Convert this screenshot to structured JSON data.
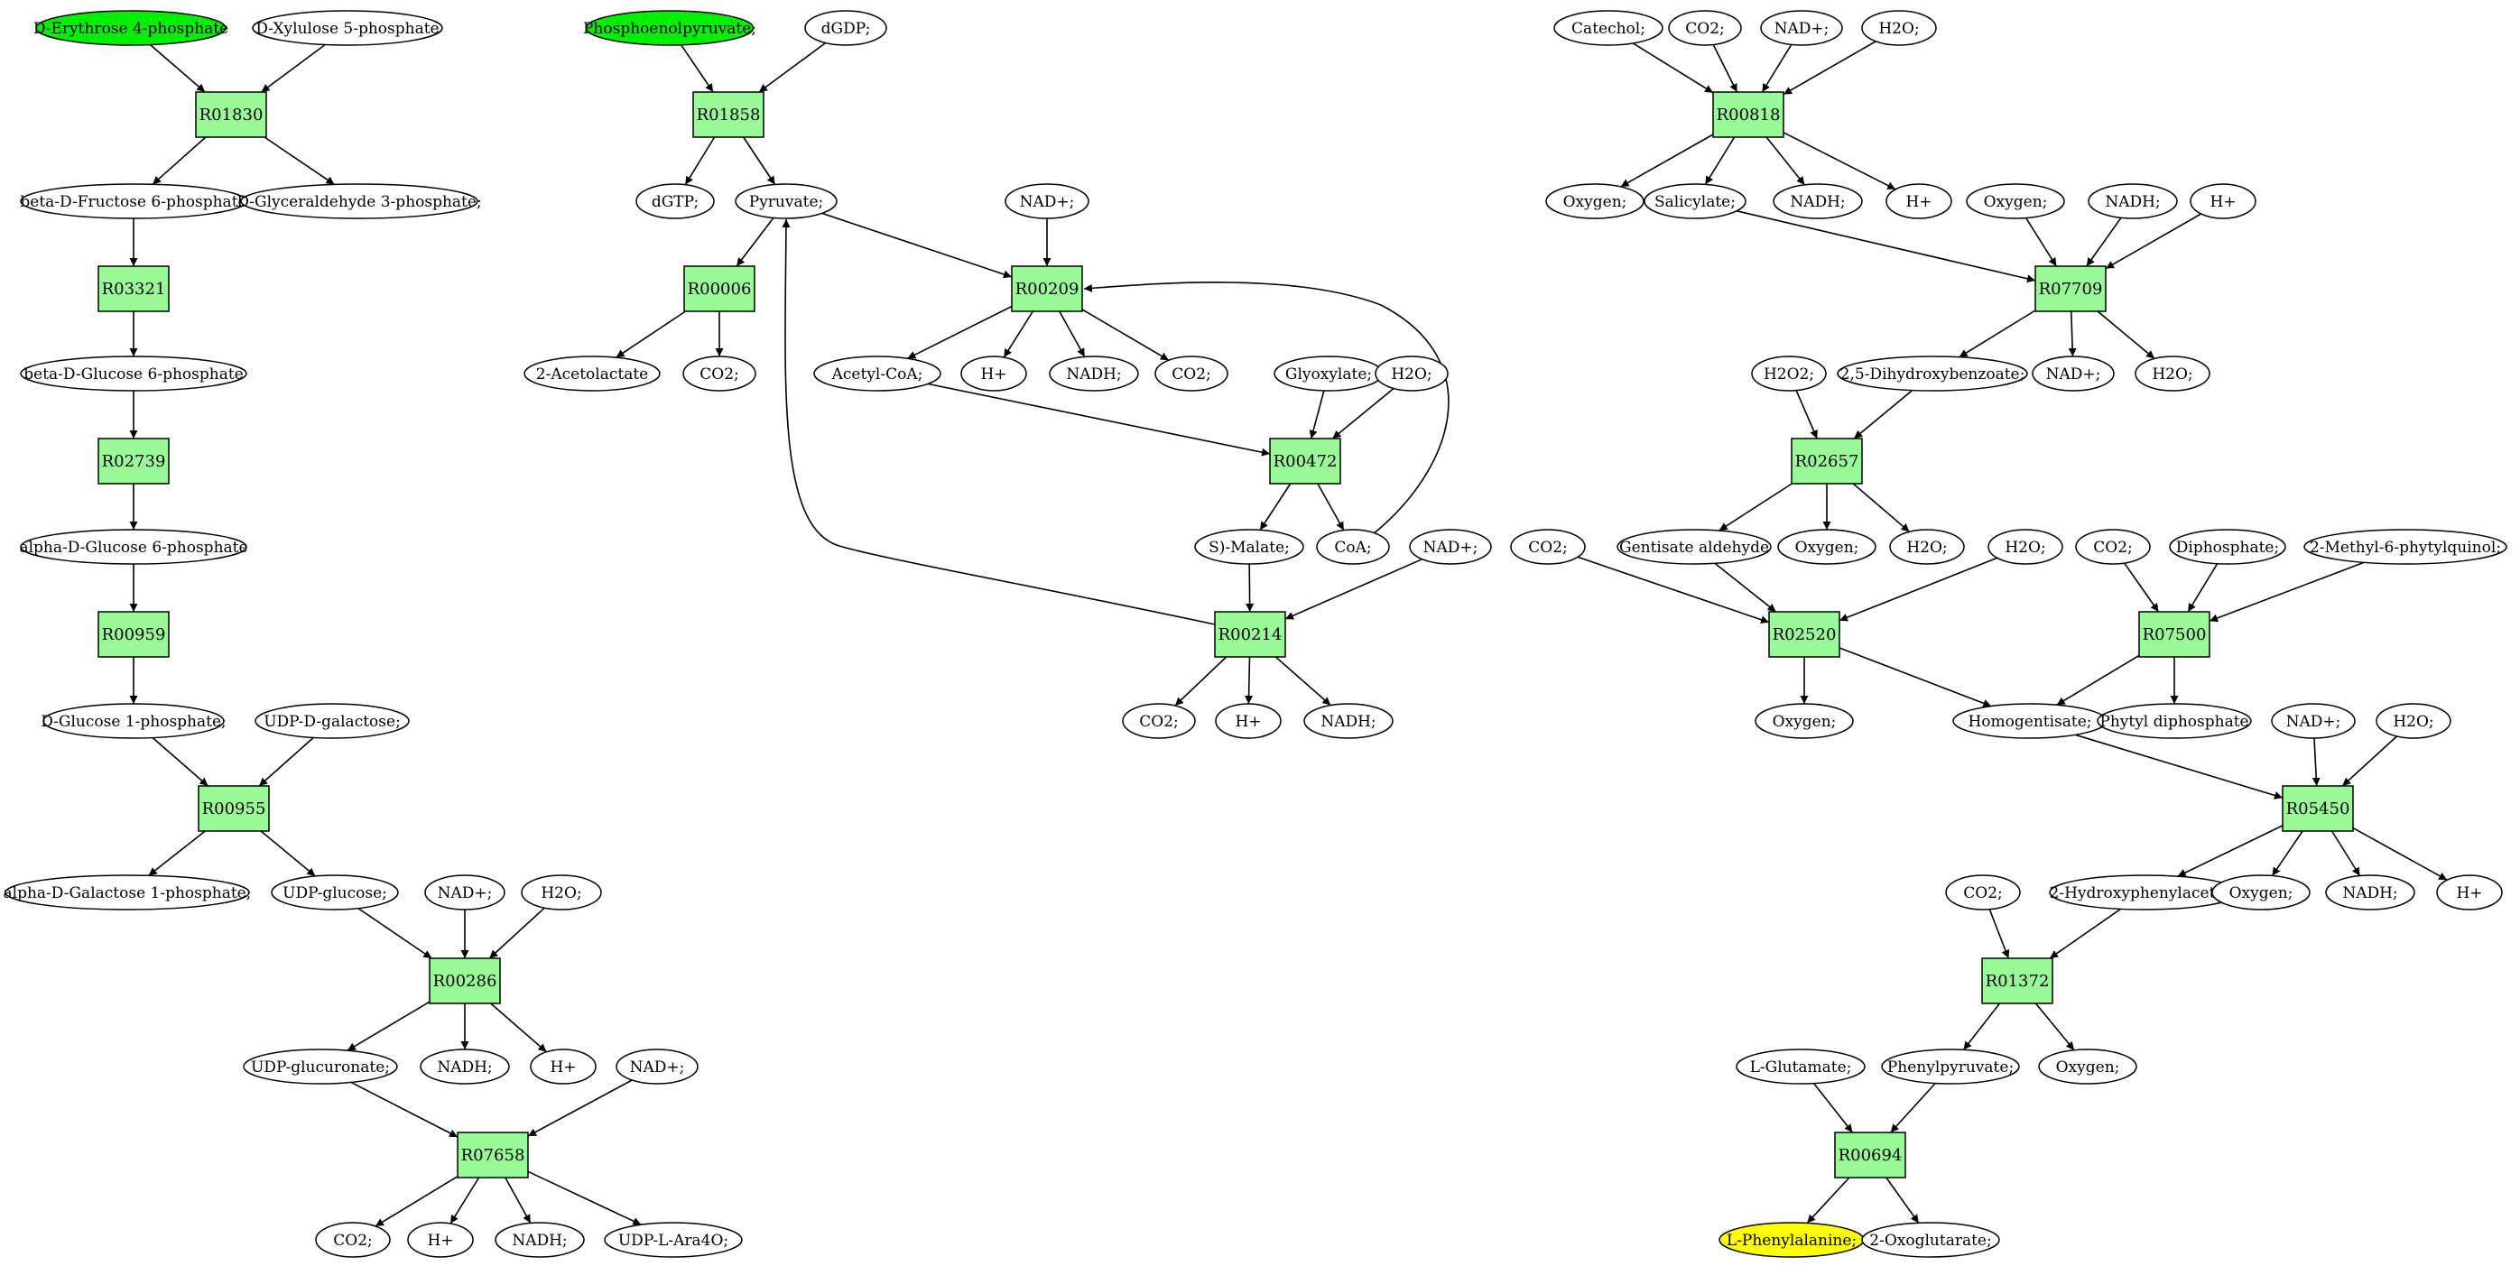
{
  "colors": {
    "start": "#00ee00",
    "target": "#ffff00",
    "compound": "#ffffff",
    "reaction": "#98fb98",
    "edge": "#000000"
  },
  "reactions": [
    "R01830",
    "R03321",
    "R02739",
    "R00959",
    "R00955",
    "R00286",
    "R07658",
    "R01858",
    "R00006",
    "R00209",
    "R00472",
    "R00214",
    "R00818",
    "R07709",
    "R02657",
    "R02520",
    "R07500",
    "R05450",
    "R01372",
    "R00694"
  ],
  "compounds": [
    {
      "id": "c1",
      "label": "D-Erythrose 4-phosphate",
      "role": "start"
    },
    {
      "id": "c2",
      "label": "D-Xylulose 5-phosphate"
    },
    {
      "id": "c3",
      "label": "beta-D-Fructose 6-phosphate"
    },
    {
      "id": "c4",
      "label": "D-Glyceraldehyde 3-phosphate;"
    },
    {
      "id": "c5",
      "label": "beta-D-Glucose 6-phosphate"
    },
    {
      "id": "c6",
      "label": "alpha-D-Glucose 6-phosphate"
    },
    {
      "id": "c7",
      "label": "D-Glucose 1-phosphate;"
    },
    {
      "id": "c8",
      "label": "UDP-D-galactose;"
    },
    {
      "id": "c9",
      "label": "alpha-D-Galactose 1-phosphate;"
    },
    {
      "id": "c10",
      "label": "UDP-glucose;"
    },
    {
      "id": "c11",
      "label": "NAD+;"
    },
    {
      "id": "c12",
      "label": "H2O;"
    },
    {
      "id": "c13",
      "label": "UDP-glucuronate;"
    },
    {
      "id": "c14",
      "label": "NADH;"
    },
    {
      "id": "c15",
      "label": "H+"
    },
    {
      "id": "c16",
      "label": "NAD+;"
    },
    {
      "id": "c17",
      "label": "CO2;"
    },
    {
      "id": "c18",
      "label": "H+"
    },
    {
      "id": "c19",
      "label": "NADH;"
    },
    {
      "id": "c20",
      "label": "UDP-L-Ara4O;"
    },
    {
      "id": "c21",
      "label": "Phosphoenolpyruvate;",
      "role": "start"
    },
    {
      "id": "c22",
      "label": "dGDP;"
    },
    {
      "id": "c23",
      "label": "dGTP;"
    },
    {
      "id": "c24",
      "label": "Pyruvate;"
    },
    {
      "id": "c25",
      "label": "2-Acetolactate"
    },
    {
      "id": "c26",
      "label": "CO2;"
    },
    {
      "id": "c27",
      "label": "NAD+;"
    },
    {
      "id": "c28",
      "label": "Acetyl-CoA;"
    },
    {
      "id": "c29",
      "label": "H+"
    },
    {
      "id": "c30",
      "label": "NADH;"
    },
    {
      "id": "c31",
      "label": "CO2;"
    },
    {
      "id": "c32",
      "label": "Glyoxylate;"
    },
    {
      "id": "c33",
      "label": "H2O;"
    },
    {
      "id": "c34",
      "label": "S)-Malate;"
    },
    {
      "id": "c35",
      "label": "CoA;"
    },
    {
      "id": "c36",
      "label": "NAD+;"
    },
    {
      "id": "c37",
      "label": "CO2;"
    },
    {
      "id": "c38",
      "label": "H+"
    },
    {
      "id": "c39",
      "label": "NADH;"
    },
    {
      "id": "c40",
      "label": "Catechol;"
    },
    {
      "id": "c41",
      "label": "CO2;"
    },
    {
      "id": "c42",
      "label": "NAD+;"
    },
    {
      "id": "c43",
      "label": "H2O;"
    },
    {
      "id": "c44",
      "label": "Oxygen;"
    },
    {
      "id": "c45",
      "label": "Salicylate;"
    },
    {
      "id": "c46",
      "label": "NADH;"
    },
    {
      "id": "c47",
      "label": "H+"
    },
    {
      "id": "c48",
      "label": "Oxygen;"
    },
    {
      "id": "c49",
      "label": "NADH;"
    },
    {
      "id": "c50",
      "label": "H+"
    },
    {
      "id": "c51",
      "label": "H2O2;"
    },
    {
      "id": "c52",
      "label": "2,5-Dihydroxybenzoate;"
    },
    {
      "id": "c53",
      "label": "NAD+;"
    },
    {
      "id": "c54",
      "label": "H2O;"
    },
    {
      "id": "c55",
      "label": "Gentisate aldehyde"
    },
    {
      "id": "c56",
      "label": "Oxygen;"
    },
    {
      "id": "c57",
      "label": "H2O;"
    },
    {
      "id": "c58",
      "label": "CO2;"
    },
    {
      "id": "c59",
      "label": "H2O;"
    },
    {
      "id": "c60",
      "label": "CO2;"
    },
    {
      "id": "c61",
      "label": "Diphosphate;"
    },
    {
      "id": "c62",
      "label": "2-Methyl-6-phytylquinol;"
    },
    {
      "id": "c63",
      "label": "Oxygen;"
    },
    {
      "id": "c64",
      "label": "Homogentisate;"
    },
    {
      "id": "c65",
      "label": "Phytyl diphosphate"
    },
    {
      "id": "c66",
      "label": "NAD+;"
    },
    {
      "id": "c67",
      "label": "H2O;"
    },
    {
      "id": "c68",
      "label": "CO2;"
    },
    {
      "id": "c69",
      "label": "2-Hydroxyphenylacetate"
    },
    {
      "id": "c70",
      "label": "Oxygen;"
    },
    {
      "id": "c71",
      "label": "NADH;"
    },
    {
      "id": "c72",
      "label": "H+"
    },
    {
      "id": "c73",
      "label": "L-Glutamate;"
    },
    {
      "id": "c74",
      "label": "Phenylpyruvate;"
    },
    {
      "id": "c75",
      "label": "Oxygen;"
    },
    {
      "id": "c76",
      "label": "L-Phenylalanine;",
      "role": "target"
    },
    {
      "id": "c77",
      "label": "2-Oxoglutarate;"
    }
  ],
  "edges": [
    [
      "c1",
      "R01830"
    ],
    [
      "c2",
      "R01830"
    ],
    [
      "R01830",
      "c3"
    ],
    [
      "R01830",
      "c4"
    ],
    [
      "c3",
      "R03321"
    ],
    [
      "R03321",
      "c5"
    ],
    [
      "c5",
      "R02739"
    ],
    [
      "R02739",
      "c6"
    ],
    [
      "c6",
      "R00959"
    ],
    [
      "R00959",
      "c7"
    ],
    [
      "c7",
      "R00955"
    ],
    [
      "c8",
      "R00955"
    ],
    [
      "R00955",
      "c9"
    ],
    [
      "R00955",
      "c10"
    ],
    [
      "c10",
      "R00286"
    ],
    [
      "c11",
      "R00286"
    ],
    [
      "c12",
      "R00286"
    ],
    [
      "R00286",
      "c13"
    ],
    [
      "R00286",
      "c14"
    ],
    [
      "R00286",
      "c15"
    ],
    [
      "c13",
      "R07658"
    ],
    [
      "c16",
      "R07658"
    ],
    [
      "R07658",
      "c17"
    ],
    [
      "R07658",
      "c18"
    ],
    [
      "R07658",
      "c19"
    ],
    [
      "R07658",
      "c20"
    ],
    [
      "c21",
      "R01858"
    ],
    [
      "c22",
      "R01858"
    ],
    [
      "R01858",
      "c23"
    ],
    [
      "R01858",
      "c24"
    ],
    [
      "c24",
      "R00006"
    ],
    [
      "R00006",
      "c25"
    ],
    [
      "R00006",
      "c26"
    ],
    [
      "c24",
      "R00209"
    ],
    [
      "c27",
      "R00209"
    ],
    [
      "R00209",
      "c28"
    ],
    [
      "R00209",
      "c29"
    ],
    [
      "R00209",
      "c30"
    ],
    [
      "R00209",
      "c31"
    ],
    [
      "c28",
      "R00472"
    ],
    [
      "c32",
      "R00472"
    ],
    [
      "c33",
      "R00472"
    ],
    [
      "R00472",
      "c34"
    ],
    [
      "R00472",
      "c35"
    ],
    [
      "c35",
      "R00209"
    ],
    [
      "c34",
      "R00214"
    ],
    [
      "c36",
      "R00214"
    ],
    [
      "R00214",
      "c37"
    ],
    [
      "R00214",
      "c38"
    ],
    [
      "R00214",
      "c39"
    ],
    [
      "R00214",
      "c24"
    ],
    [
      "c40",
      "R00818"
    ],
    [
      "c41",
      "R00818"
    ],
    [
      "c42",
      "R00818"
    ],
    [
      "c43",
      "R00818"
    ],
    [
      "R00818",
      "c44"
    ],
    [
      "R00818",
      "c45"
    ],
    [
      "R00818",
      "c46"
    ],
    [
      "R00818",
      "c47"
    ],
    [
      "c45",
      "R07709"
    ],
    [
      "c48",
      "R07709"
    ],
    [
      "c49",
      "R07709"
    ],
    [
      "c50",
      "R07709"
    ],
    [
      "R07709",
      "c52"
    ],
    [
      "R07709",
      "c53"
    ],
    [
      "R07709",
      "c54"
    ],
    [
      "c51",
      "R02657"
    ],
    [
      "c52",
      "R02657"
    ],
    [
      "R02657",
      "c55"
    ],
    [
      "R02657",
      "c56"
    ],
    [
      "R02657",
      "c57"
    ],
    [
      "c58",
      "R02520"
    ],
    [
      "c55",
      "R02520"
    ],
    [
      "c59",
      "R02520"
    ],
    [
      "R02520",
      "c63"
    ],
    [
      "R02520",
      "c64"
    ],
    [
      "c60",
      "R07500"
    ],
    [
      "c61",
      "R07500"
    ],
    [
      "c62",
      "R07500"
    ],
    [
      "R07500",
      "c64"
    ],
    [
      "R07500",
      "c65"
    ],
    [
      "c64",
      "R05450"
    ],
    [
      "c66",
      "R05450"
    ],
    [
      "c67",
      "R05450"
    ],
    [
      "R05450",
      "c69"
    ],
    [
      "R05450",
      "c70"
    ],
    [
      "R05450",
      "c71"
    ],
    [
      "R05450",
      "c72"
    ],
    [
      "c68",
      "R01372"
    ],
    [
      "c69",
      "R01372"
    ],
    [
      "R01372",
      "c74"
    ],
    [
      "R01372",
      "c75"
    ],
    [
      "c73",
      "R00694"
    ],
    [
      "c74",
      "R00694"
    ],
    [
      "R00694",
      "c76"
    ],
    [
      "R00694",
      "c77"
    ]
  ]
}
